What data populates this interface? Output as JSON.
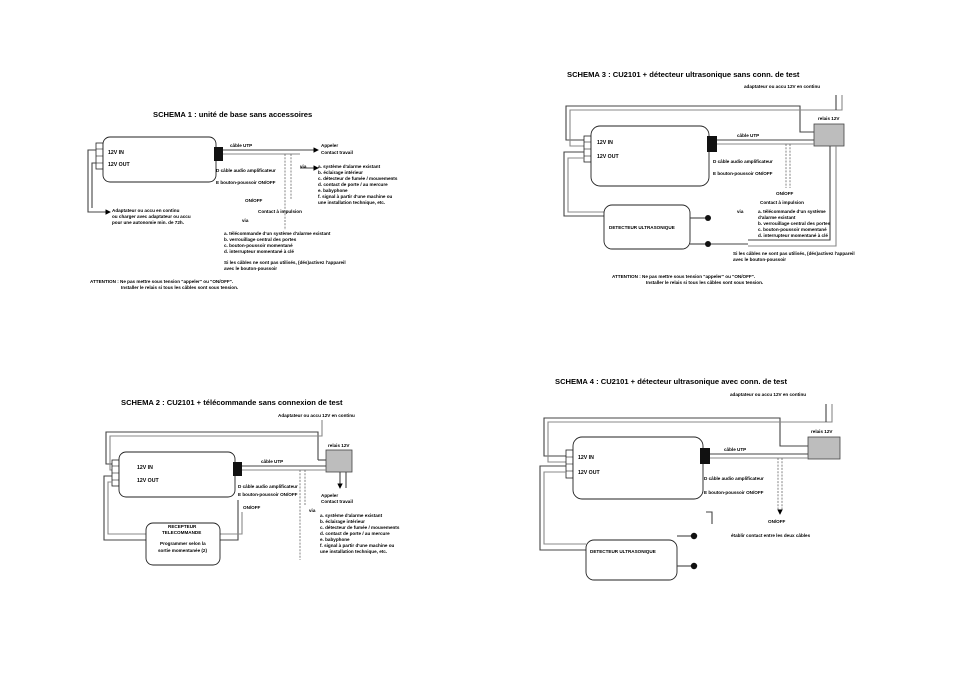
{
  "schema1": {
    "title": "SCHEMA 1 : unité de base sans accessoires",
    "in_label": "12V IN",
    "out_label": "12V OUT",
    "utp": "câble UTP",
    "audio": "D câble audio amplificateur",
    "button": "E bouton-poussoir ON/OFF",
    "via": "via",
    "appeler": "Appeler",
    "contact_travail": "Contact travail",
    "list1": [
      "a. système d'alarme existant",
      "b. éclairage intérieur",
      "c. détecteur de fumée / mouvements",
      "d. contact de porte / au mercure",
      "e. babyphone",
      "f. signal à partir d'une machine ou",
      "   une installation technique, etc."
    ],
    "onoff": "ON/OFF",
    "contact_impulsion": "Contact à impulsion",
    "via2": "via",
    "list2": [
      "a. télécommande d'un système d'alarme existant",
      "b. verrouillage central des portes",
      "c. bouton-poussoir momentané",
      "d. interrupteur momentané à clé"
    ],
    "note": [
      "Si les câbles ne sont pas utilisés, (dés)activez l'appareil",
      "avec le bouton-poussoir"
    ],
    "adapter": [
      "Adaptateur ou accu en continu",
      "ou charger avec adaptateur ou accu",
      "pour une autonomie min. de 72h."
    ],
    "attention": [
      "ATTENTION : Ne pas mettre sous tension \"appeler\" ou \"ON/OFF\".",
      "Installer le relais si tous les câbles sont sous tension."
    ]
  },
  "schema2": {
    "title": "SCHEMA 2 : CU2101 + télécommande sans connexion de test",
    "adapter": "Adaptateur ou accu 12V en continu",
    "relais": "relais 12V",
    "in_label": "12V IN",
    "out_label": "12V OUT",
    "utp": "câble UTP",
    "audio": "D câble audio amplificateur",
    "button": "E bouton-poussoir ON/OFF",
    "appeler": "Appeler",
    "contact_travail": "Contact travail",
    "via": "via",
    "list": [
      "a. système d'alarme existant",
      "b. éclairage intérieur",
      "c. détecteur de fumée / mouvements",
      "d. contact de porte / au mercure",
      "e. babyphone",
      "f. signal à partir d'une machine ou",
      "   une installation technique, etc."
    ],
    "receiver": [
      "RECEPTEUR",
      "TELECOMMANDE"
    ],
    "program": [
      "Programmer selon la",
      "sortie momentanée (2)"
    ],
    "onoff": "ON/OFF"
  },
  "schema3": {
    "title": "SCHEMA 3 : CU2101 + détecteur ultrasonique sans conn. de test",
    "adapter": "adaptateur ou accu 12V en continu",
    "relais": "relais 12V",
    "in_label": "12V IN",
    "out_label": "12V OUT",
    "utp": "câble UTP",
    "audio": "D câble audio amplificateur",
    "button": "E bouton-poussoir ON/OFF",
    "onoff": "ON/OFF",
    "contact_impulsion": "Contact à impulsion",
    "via": "via",
    "list": [
      "a. télécommande d'un système",
      "   d'alarme existant",
      "b. verrouillage central des portes",
      "c. bouton-poussoir momentané",
      "d. interrupteur momentané à clé"
    ],
    "detector": "DETECTEUR ULTRASONIQUE",
    "note": [
      "Si les câbles ne sont pas utilisés, (dés)activez l'appareil",
      "avec le bouton-poussoir"
    ],
    "attention": [
      "ATTENTION : Ne pas mettre sous tension \"appeler\" ou \"ON/OFF\".",
      "Installer le relais si tous les câbles sont sous tension."
    ]
  },
  "schema4": {
    "title": "SCHEMA 4 : CU2101 + détecteur ultrasonique avec conn. de test",
    "adapter": "adaptateur ou accu 12V en continu",
    "relais": "relais 12V",
    "in_label": "12V IN",
    "out_label": "12V OUT",
    "utp": "câble UTP",
    "audio": "D câble audio amplificateur",
    "button": "E bouton-poussoir ON/OFF",
    "onoff": "ON/OFF",
    "contact": "établir contact entre les deux câbles",
    "detector": "DETECTEUR ULTRASONIQUE"
  },
  "colors": {
    "ink": "#000000",
    "wire": "#444444",
    "relay": "#bdbdbd"
  }
}
